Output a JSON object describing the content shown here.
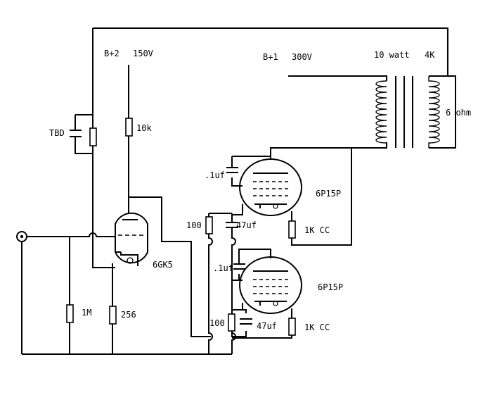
{
  "labels": {
    "b2": "B+2",
    "b2_voltage": "150V",
    "b1": "B+1",
    "b1_voltage": "300V",
    "transformer_power": "10 watt",
    "transformer_impedance": "4K",
    "speaker": "6 ohm",
    "tbd": "TBD",
    "r_plate": "10k",
    "r_grid": "1M",
    "r_cathode": "256",
    "driver_tube": "6GK5",
    "cap_top": ".1uf",
    "cap_bottom": ".1uf",
    "r100_top": "100",
    "r100_bottom": "100",
    "cap47_top": "47uf",
    "cap47_bottom": "47uf",
    "ccs_top": "1K CC",
    "ccs_bottom": "1K CC",
    "power_tube_top": "6P15P",
    "power_tube_bottom": "6P15P"
  }
}
